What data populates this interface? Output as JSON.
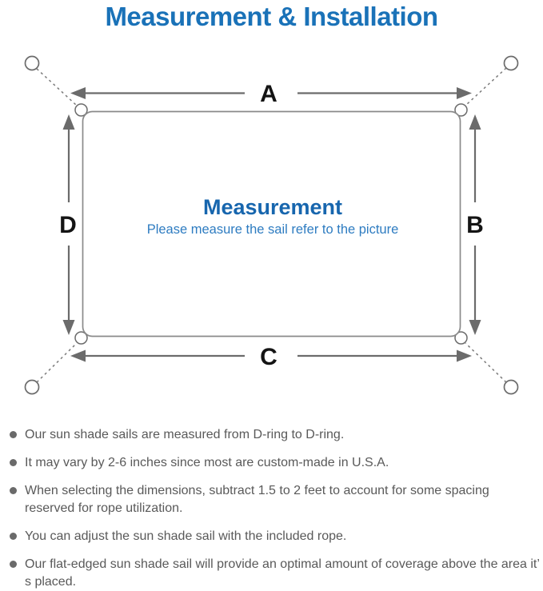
{
  "title": "Measurement & Installation",
  "diagram": {
    "labels": {
      "a": "A",
      "b": "B",
      "c": "C",
      "d": "D"
    },
    "center_heading": "Measurement",
    "center_note": "Please measure the sail refer to the picture"
  },
  "bullets": [
    "Our sun shade sails are measured from D-ring to D-ring.",
    "It may vary by 2-6 inches since most are custom-made in U.S.A.",
    "When selecting the dimensions, subtract 1.5 to 2 feet to account for some spacing reserved for rope utilization.",
    "You can adjust the sun shade sail with the included rope.",
    "Our flat-edged sun shade sail will provide an optimal amount of coverage above the area it’ s placed."
  ],
  "colors": {
    "title_blue": "#1a72b8",
    "heading_blue": "#1766ae",
    "note_blue": "#2e7cc1",
    "line_gray": "#6b6b6b",
    "outline_gray": "#8a8a8a",
    "dash_gray": "#7a7a7a",
    "label_black": "#141414",
    "note_text_gray": "#595959"
  }
}
